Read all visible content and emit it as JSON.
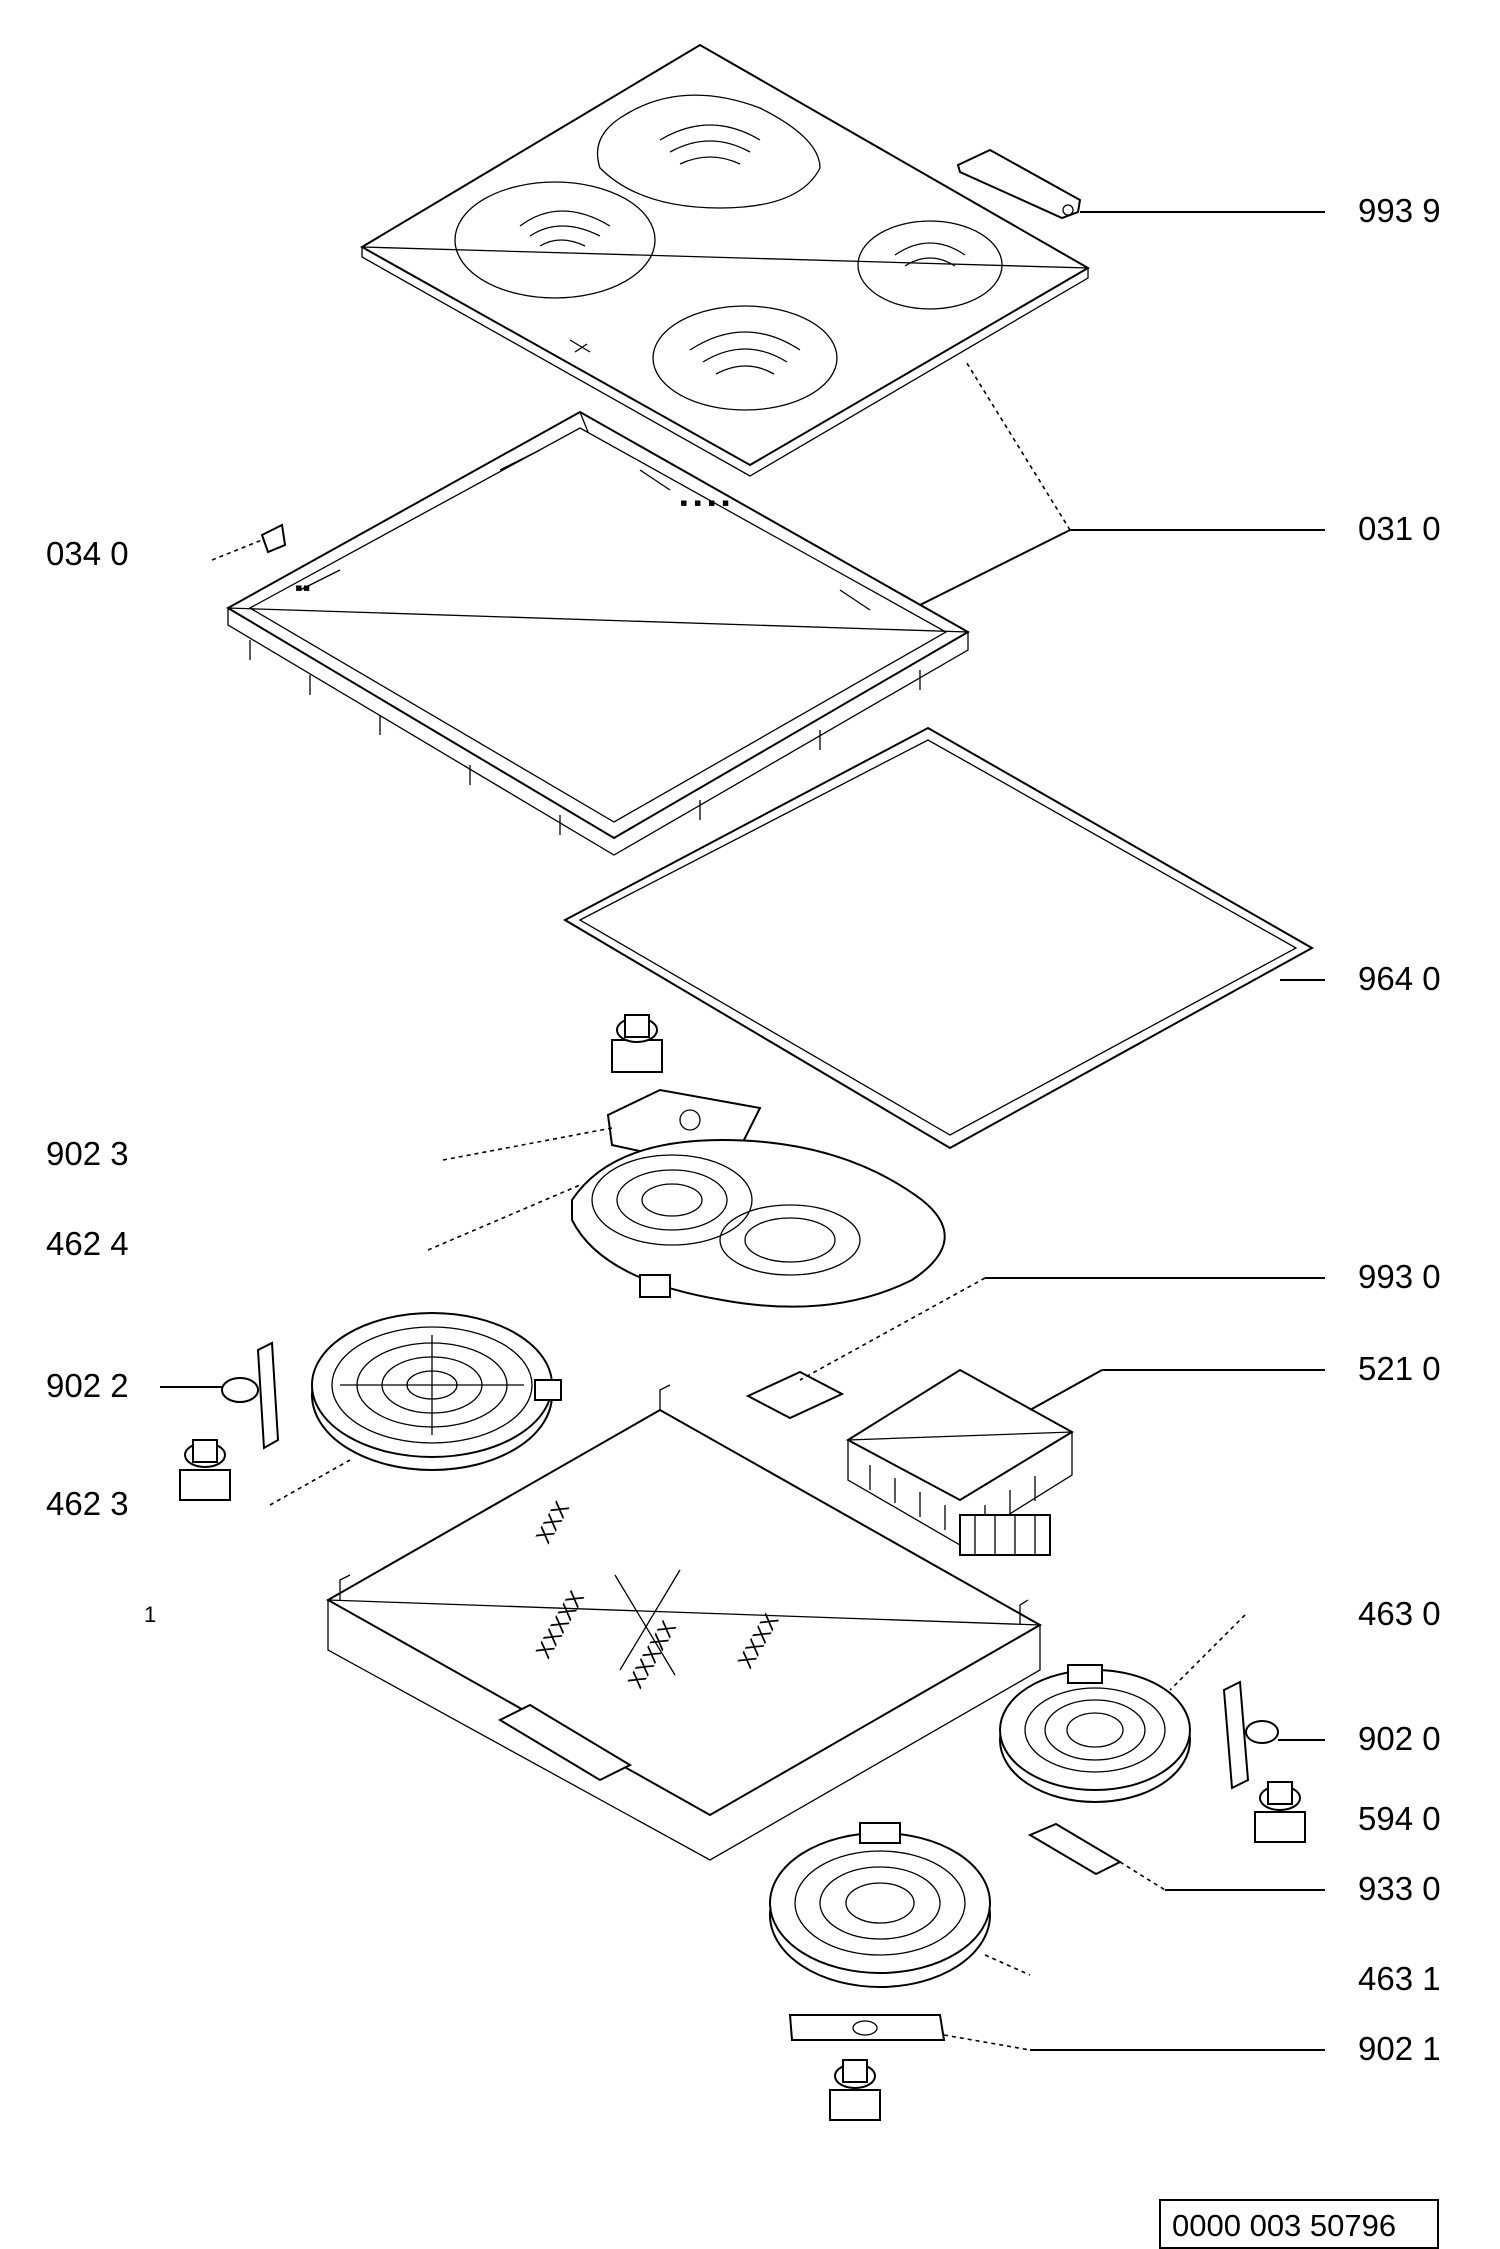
{
  "callouts": [
    {
      "id": "993-9",
      "text": "993 9"
    },
    {
      "id": "031-0",
      "text": "031 0"
    },
    {
      "id": "034-0",
      "text": "034 0"
    },
    {
      "id": "964-0",
      "text": "964 0"
    },
    {
      "id": "902-3",
      "text": "902 3"
    },
    {
      "id": "462-4",
      "text": "462 4"
    },
    {
      "id": "993-0",
      "text": "993 0"
    },
    {
      "id": "521-0",
      "text": "521 0"
    },
    {
      "id": "902-2",
      "text": "902 2"
    },
    {
      "id": "462-3",
      "text": "462 3"
    },
    {
      "id": "463-0",
      "text": "463 0"
    },
    {
      "id": "902-0",
      "text": "902 0"
    },
    {
      "id": "594-0",
      "text": "594 0"
    },
    {
      "id": "933-0",
      "text": "933 0"
    },
    {
      "id": "463-1",
      "text": "463 1"
    },
    {
      "id": "902-1",
      "text": "902 1"
    }
  ],
  "page_marker": "1",
  "drawing_code": "0000 003 50796"
}
